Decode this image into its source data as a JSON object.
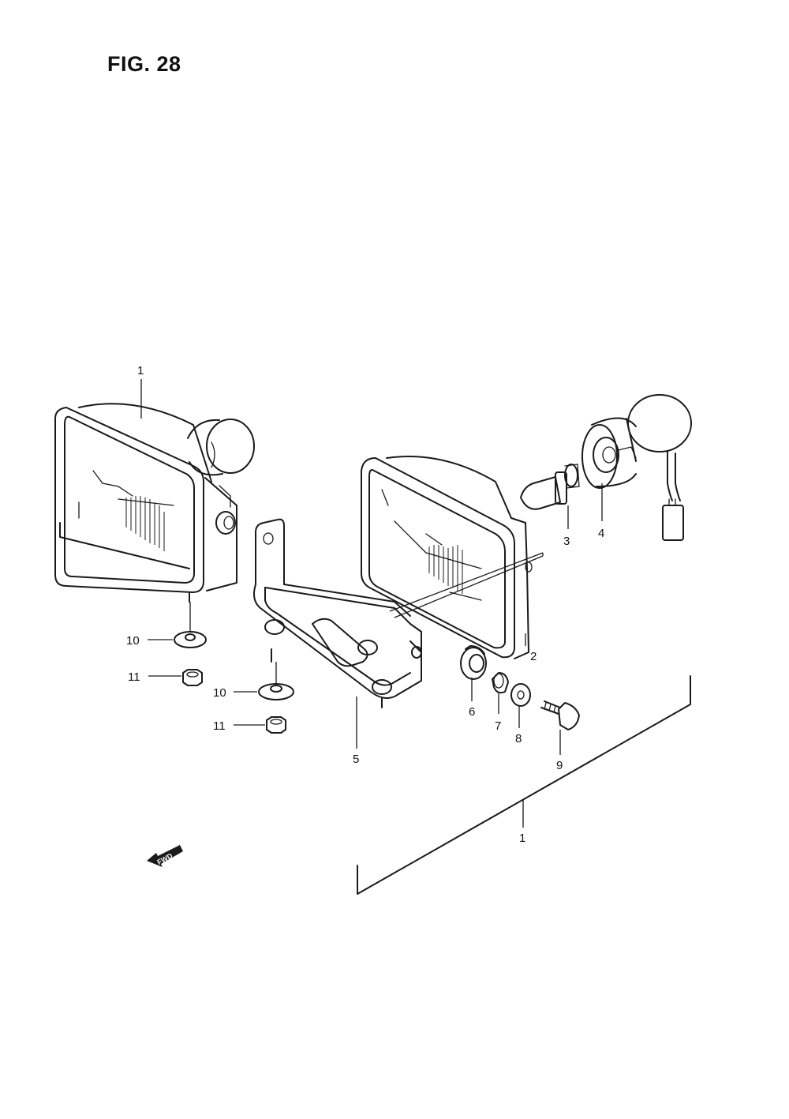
{
  "figure": {
    "title": "FIG. 28"
  },
  "callouts": {
    "c1_top": "1",
    "c1_bracket": "1",
    "c2": "2",
    "c3": "3",
    "c4": "4",
    "c5": "5",
    "c6": "6",
    "c7": "7",
    "c8": "8",
    "c9": "9",
    "c10_left": "10",
    "c10_mid": "10",
    "c11_left": "11",
    "c11_mid": "11"
  },
  "direction_indicator": {
    "label": "FWD",
    "icon": "fwd-arrow-icon"
  },
  "parts": [
    {
      "ref": "1",
      "name": "headlamp-assembly"
    },
    {
      "ref": "2",
      "name": "headlamp-unit"
    },
    {
      "ref": "3",
      "name": "bulb"
    },
    {
      "ref": "4",
      "name": "bulb-socket"
    },
    {
      "ref": "5",
      "name": "bracket"
    },
    {
      "ref": "6",
      "name": "grommet"
    },
    {
      "ref": "7",
      "name": "spacer"
    },
    {
      "ref": "8",
      "name": "washer"
    },
    {
      "ref": "9",
      "name": "bolt"
    },
    {
      "ref": "10",
      "name": "washer"
    },
    {
      "ref": "11",
      "name": "nut"
    }
  ]
}
